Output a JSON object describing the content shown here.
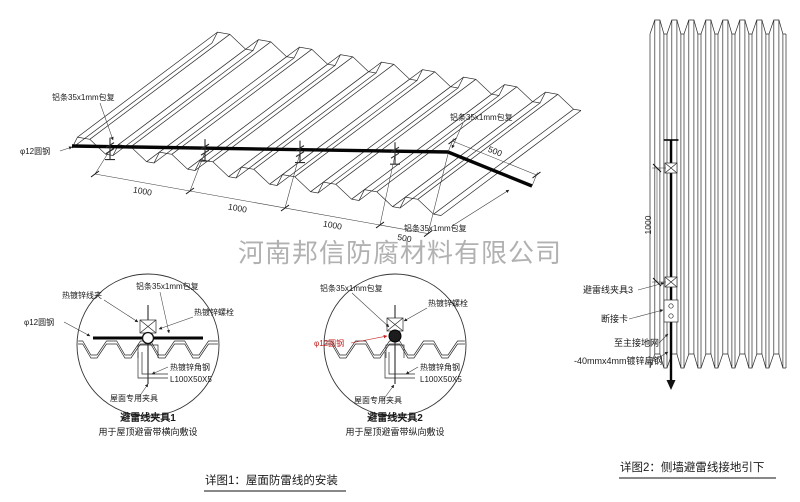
{
  "watermark": "河南邦信防腐材料有限公司",
  "main": {
    "label_al_top": "铝条35x1mm包复",
    "label_round_steel": "φ12圆钢",
    "label_al_right": "铝条35x1mm包复",
    "label_al_bottom": "铝条35x1mm包复",
    "dims": [
      "1000",
      "1000",
      "1000",
      "500"
    ],
    "dim_side": "500",
    "caption": "详图1：屋面防雷线的安装"
  },
  "detail1": {
    "label_clip": "热镀锌线夹",
    "label_al": "铝条35x1mm包复",
    "label_bolt": "热镀锌螺栓",
    "label_round": "φ12圆钢",
    "label_angle": "热镀锌角钢",
    "label_angle_size": "L100X50X5",
    "label_fixture": "屋面专用夹具",
    "title": "避雷线夹具1",
    "subtitle": "用于屋顶避雷带横向敷设"
  },
  "detail2": {
    "label_al": "铝条35x1mm包复",
    "label_bolt": "热镀锌螺栓",
    "label_round": "φ12圆钢",
    "label_angle": "热镀锌角钢",
    "label_angle_size": "L100X50X5",
    "label_fixture": "屋面专用夹具",
    "title": "避雷线夹具2",
    "subtitle": "用于屋顶避雷带纵向敷设"
  },
  "wall": {
    "dim": "1000",
    "label_clamp3": "避雷线夹具3",
    "label_disconnect": "断接卡",
    "label_to_ground": "至主接地网",
    "label_flat_steel": "-40mmx4mm镀锌扁钢",
    "caption": "详图2：侧墙避雷线接地引下"
  }
}
